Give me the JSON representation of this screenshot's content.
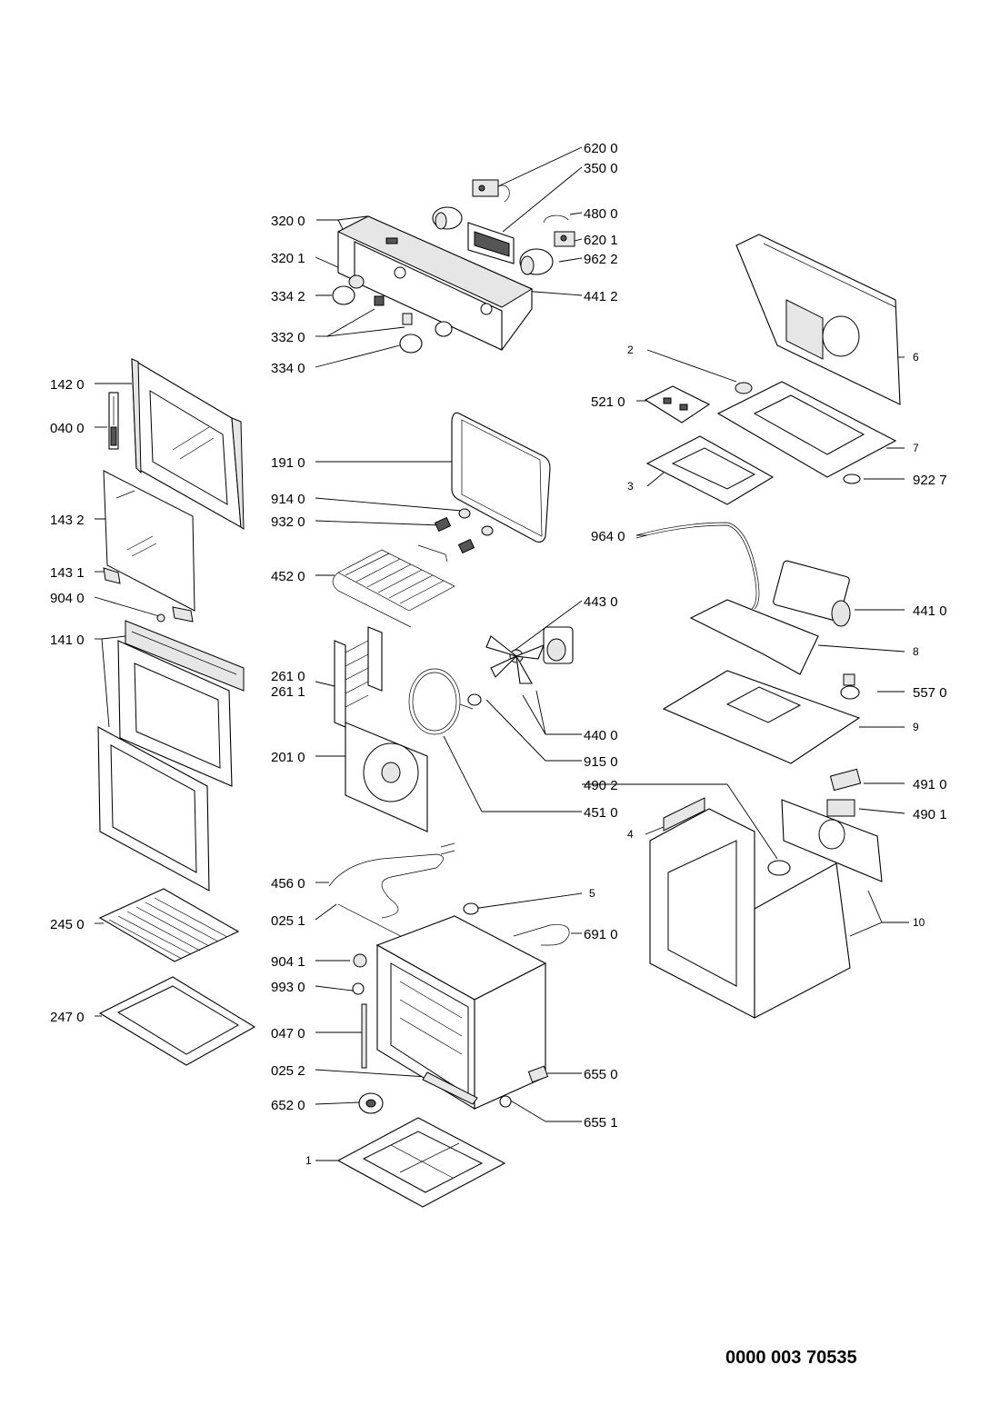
{
  "document_number": "0000 003 70535",
  "part_labels": {
    "p6200": "620 0",
    "p3500": "350 0",
    "p3200": "320 0",
    "p4800": "480 0",
    "p6201": "620 1",
    "p3201": "320 1",
    "p9622": "962 2",
    "p3342": "334 2",
    "p4412": "441 2",
    "p3320": "332 0",
    "p3340": "334 0",
    "p1420": "142 0",
    "p0400": "040 0",
    "p1910": "191 0",
    "p9140": "914 0",
    "p9320": "932 0",
    "p1432": "143 2",
    "p1431": "143 1",
    "p4520": "452 0",
    "p9040": "904 0",
    "p1410": "141 0",
    "p2610": "261 0",
    "p2611": "261 1",
    "p2010": "201 0",
    "p4560": "456 0",
    "p0251": "025 1",
    "p2450": "245 0",
    "p9041": "904 1",
    "p9930": "993 0",
    "p2470": "247 0",
    "p0470": "047 0",
    "p0252": "025 2",
    "p6520": "652 0",
    "p1": "1",
    "p2": "2",
    "p3": "3",
    "p4": "4",
    "p5": "5",
    "p6": "6",
    "p7": "7",
    "p8": "8",
    "p9": "9",
    "p10": "10",
    "p5210": "521 0",
    "p9227": "922 7",
    "p9640": "964 0",
    "p4430": "443 0",
    "p4410": "441 0",
    "p5570": "557 0",
    "p4400": "440 0",
    "p9150": "915 0",
    "p4902": "490 2",
    "p4910": "491 0",
    "p4510": "451 0",
    "p4901": "490 1",
    "p6910": "691 0",
    "p6550": "655 0",
    "p6551": "655 1"
  }
}
